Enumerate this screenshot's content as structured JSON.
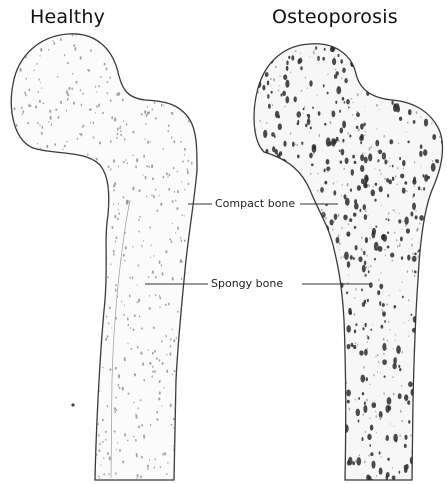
{
  "titles": {
    "healthy": "Healthy",
    "osteoporosis": "Osteoporosis"
  },
  "labels": {
    "compact_bone": "Compact bone",
    "spongy_bone": "Spongy bone"
  },
  "colors": {
    "outline": "#3a3a3a",
    "healthy_pore": "#8a8a8a",
    "osteo_pore": "#2b2b2b",
    "background": "#ffffff"
  }
}
